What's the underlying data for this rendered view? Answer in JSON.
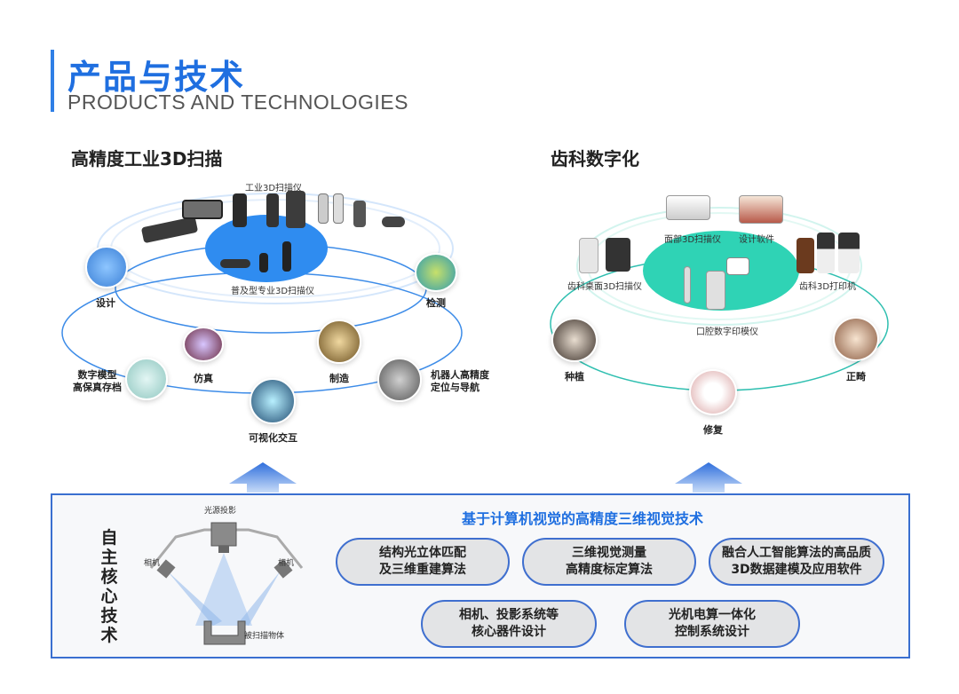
{
  "header": {
    "title_cn": "产品与技术",
    "title_en": "PRODUCTS AND TECHNOLOGIES"
  },
  "left": {
    "section_title": "高精度工业3D扫描",
    "products": {
      "top_label": "工业3D扫描仪",
      "bottom_label": "普及型专业3D扫描仪"
    },
    "nodes": {
      "design": "设计",
      "inspect": "检测",
      "simulate": "仿真",
      "manufacture": "制造",
      "digital_model_l1": "数字模型",
      "digital_model_l2": "高保真存档",
      "robot_l1": "机器人高精度",
      "robot_l2": "定位与导航",
      "visual": "可视化交互"
    }
  },
  "right": {
    "section_title": "齿科数字化",
    "products": {
      "face_scanner": "面部3D扫描仪",
      "design_software": "设计软件",
      "desktop_scanner": "齿科桌面3D扫描仪",
      "printer": "齿科3D打印机",
      "intraoral": "口腔数字印模仪"
    },
    "nodes": {
      "implant": "种植",
      "ortho": "正畸",
      "restore": "修复"
    }
  },
  "core": {
    "vertical_title": "自主核心技术",
    "heading": "基于计算机视觉的高精度三维视觉技术",
    "diagram": {
      "projector": "光源投影",
      "camera_left": "相机",
      "camera_right": "相机",
      "object": "被扫描物体"
    },
    "pills": [
      {
        "l1": "结构光立体匹配",
        "l2": "及三维重建算法"
      },
      {
        "l1": "三维视觉测量",
        "l2": "高精度标定算法"
      },
      {
        "l1": "融合人工智能算法的高品质",
        "l2": "3D数据建模及应用软件"
      },
      {
        "l1": "相机、投影系统等",
        "l2": "核心器件设计"
      },
      {
        "l1": "光机电算一体化",
        "l2": "控制系统设计"
      }
    ]
  },
  "colors": {
    "accent": "#1f6fe0",
    "border": "#3a6fd0",
    "teal": "#2fd3b5",
    "blue_disc": "#2f8cf0"
  }
}
